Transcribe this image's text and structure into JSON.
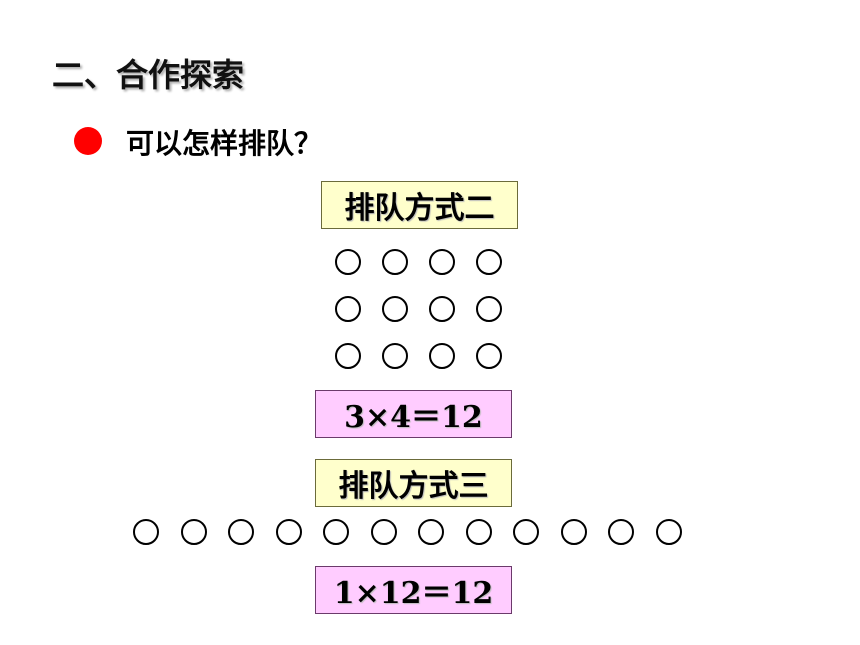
{
  "slide": {
    "section_title": "二、合作探索",
    "question": "可以怎样排队？",
    "bullet_color": "#ff0000"
  },
  "arrangement_two": {
    "label": "排队方式二",
    "rows": 3,
    "cols": 4,
    "equation": "3×4＝12"
  },
  "arrangement_three": {
    "label": "排队方式三",
    "rows": 1,
    "cols": 12,
    "equation": "1×12＝12"
  }
}
